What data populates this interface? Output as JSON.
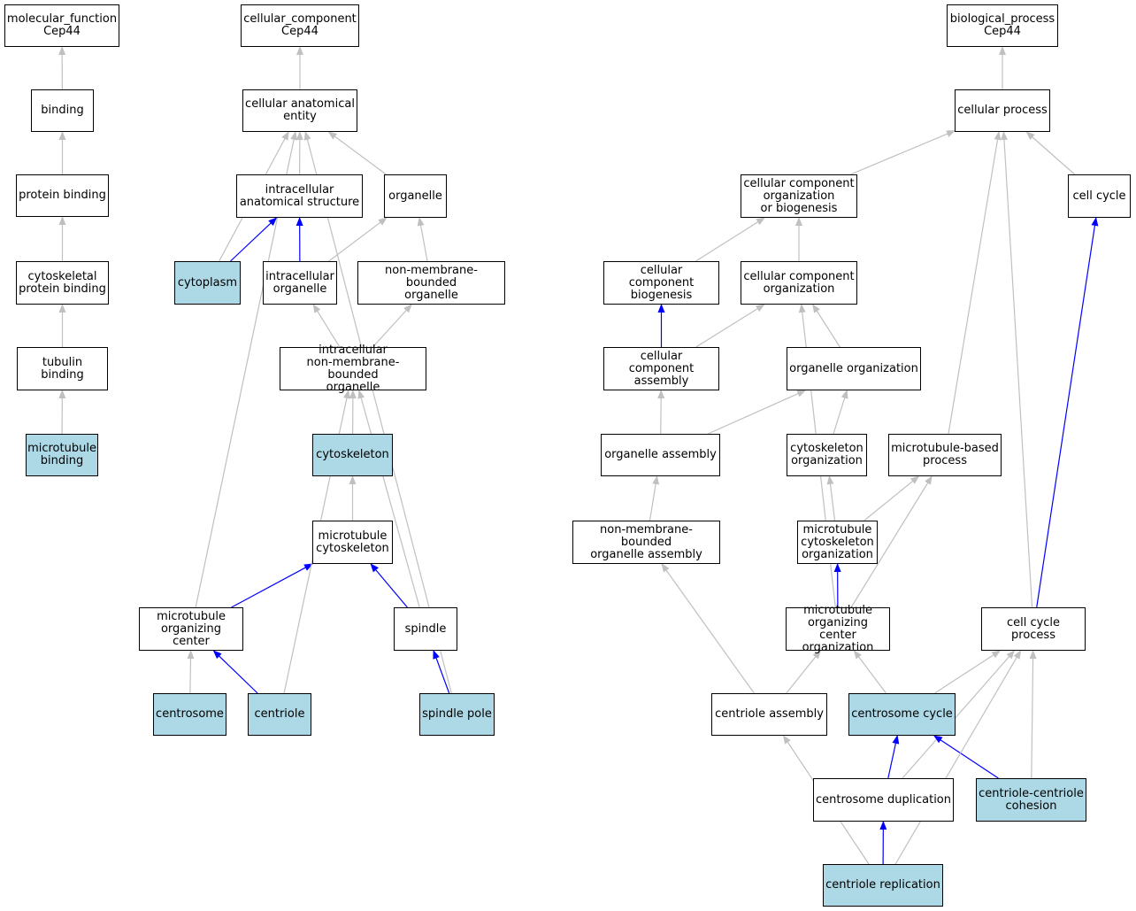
{
  "colors": {
    "highlight_fill": "#add8e6",
    "node_fill": "#ffffff",
    "is_a_edge": "#c0c0c0",
    "part_of_edge": "#0000ff"
  },
  "nodes": {
    "mf_root": {
      "label": "molecular_function\nCep44",
      "highlight": false
    },
    "binding": {
      "label": "binding",
      "highlight": false
    },
    "protein_binding": {
      "label": "protein binding",
      "highlight": false
    },
    "cytoskeletal_protein_binding": {
      "label": "cytoskeletal\nprotein binding",
      "highlight": false
    },
    "tubulin_binding": {
      "label": "tubulin binding",
      "highlight": false
    },
    "microtubule_binding": {
      "label": "microtubule\nbinding",
      "highlight": true
    },
    "cc_root": {
      "label": "cellular_component\nCep44",
      "highlight": false
    },
    "cellular_anatomical_entity": {
      "label": "cellular anatomical\nentity",
      "highlight": false
    },
    "intracellular_anatomical_structure": {
      "label": "intracellular\nanatomical structure",
      "highlight": false
    },
    "organelle": {
      "label": "organelle",
      "highlight": false
    },
    "cytoplasm": {
      "label": "cytoplasm",
      "highlight": true
    },
    "intracellular_organelle": {
      "label": "intracellular\norganelle",
      "highlight": false
    },
    "non_membrane_bounded_organelle": {
      "label": "non-membrane-bounded\norganelle",
      "highlight": false
    },
    "intracellular_nmb_organelle": {
      "label": "intracellular\nnon-membrane-bounded\norganelle",
      "highlight": false
    },
    "cytoskeleton": {
      "label": "cytoskeleton",
      "highlight": true
    },
    "microtubule_cytoskeleton": {
      "label": "microtubule\ncytoskeleton",
      "highlight": false
    },
    "microtubule_organizing_center": {
      "label": "microtubule\norganizing center",
      "highlight": false
    },
    "spindle": {
      "label": "spindle",
      "highlight": false
    },
    "centrosome": {
      "label": "centrosome",
      "highlight": true
    },
    "centriole": {
      "label": "centriole",
      "highlight": true
    },
    "spindle_pole": {
      "label": "spindle pole",
      "highlight": true
    },
    "bp_root": {
      "label": "biological_process\nCep44",
      "highlight": false
    },
    "cellular_process": {
      "label": "cellular process",
      "highlight": false
    },
    "ccob": {
      "label": "cellular component\norganization\nor biogenesis",
      "highlight": false
    },
    "cell_cycle": {
      "label": "cell cycle",
      "highlight": false
    },
    "cc_biogenesis": {
      "label": "cellular component\nbiogenesis",
      "highlight": false
    },
    "cc_organization": {
      "label": "cellular component\norganization",
      "highlight": false
    },
    "cc_assembly": {
      "label": "cellular component\nassembly",
      "highlight": false
    },
    "organelle_organization": {
      "label": "organelle organization",
      "highlight": false
    },
    "organelle_assembly": {
      "label": "organelle assembly",
      "highlight": false
    },
    "cytoskeleton_organization": {
      "label": "cytoskeleton\norganization",
      "highlight": false
    },
    "microtubule_based_process": {
      "label": "microtubule-based\nprocess",
      "highlight": false
    },
    "nmb_organelle_assembly": {
      "label": "non-membrane-bounded\norganelle assembly",
      "highlight": false
    },
    "mt_cytoskeleton_organization": {
      "label": "microtubule\ncytoskeleton\norganization",
      "highlight": false
    },
    "mtoc_organization": {
      "label": "microtubule\norganizing center\norganization",
      "highlight": false
    },
    "cell_cycle_process": {
      "label": "cell cycle process",
      "highlight": false
    },
    "centriole_assembly": {
      "label": "centriole assembly",
      "highlight": false
    },
    "centrosome_cycle": {
      "label": "centrosome cycle",
      "highlight": true
    },
    "centrosome_duplication": {
      "label": "centrosome duplication",
      "highlight": false
    },
    "centriole_centriole_cohesion": {
      "label": "centriole-centriole\ncohesion",
      "highlight": true
    },
    "centriole_replication": {
      "label": "centriole replication",
      "highlight": true
    }
  },
  "edges": [
    {
      "from": "binding",
      "to": "mf_root",
      "type": "is_a"
    },
    {
      "from": "protein_binding",
      "to": "binding",
      "type": "is_a"
    },
    {
      "from": "cytoskeletal_protein_binding",
      "to": "protein_binding",
      "type": "is_a"
    },
    {
      "from": "tubulin_binding",
      "to": "cytoskeletal_protein_binding",
      "type": "is_a"
    },
    {
      "from": "microtubule_binding",
      "to": "tubulin_binding",
      "type": "is_a"
    },
    {
      "from": "cellular_anatomical_entity",
      "to": "cc_root",
      "type": "is_a"
    },
    {
      "from": "intracellular_anatomical_structure",
      "to": "cellular_anatomical_entity",
      "type": "is_a"
    },
    {
      "from": "organelle",
      "to": "cellular_anatomical_entity",
      "type": "is_a"
    },
    {
      "from": "cytoplasm",
      "to": "cellular_anatomical_entity",
      "type": "is_a"
    },
    {
      "from": "cytoplasm",
      "to": "intracellular_anatomical_structure",
      "type": "part_of"
    },
    {
      "from": "intracellular_organelle",
      "to": "intracellular_anatomical_structure",
      "type": "part_of"
    },
    {
      "from": "intracellular_organelle",
      "to": "organelle",
      "type": "is_a"
    },
    {
      "from": "non_membrane_bounded_organelle",
      "to": "organelle",
      "type": "is_a"
    },
    {
      "from": "intracellular_nmb_organelle",
      "to": "intracellular_organelle",
      "type": "is_a"
    },
    {
      "from": "intracellular_nmb_organelle",
      "to": "non_membrane_bounded_organelle",
      "type": "is_a"
    },
    {
      "from": "cytoskeleton",
      "to": "intracellular_nmb_organelle",
      "type": "is_a"
    },
    {
      "from": "microtubule_cytoskeleton",
      "to": "cytoskeleton",
      "type": "is_a"
    },
    {
      "from": "microtubule_organizing_center",
      "to": "cellular_anatomical_entity",
      "type": "is_a"
    },
    {
      "from": "microtubule_organizing_center",
      "to": "microtubule_cytoskeleton",
      "type": "part_of"
    },
    {
      "from": "spindle",
      "to": "microtubule_cytoskeleton",
      "type": "part_of"
    },
    {
      "from": "spindle",
      "to": "intracellular_nmb_organelle",
      "type": "is_a"
    },
    {
      "from": "centrosome",
      "to": "microtubule_organizing_center",
      "type": "is_a"
    },
    {
      "from": "centriole",
      "to": "microtubule_organizing_center",
      "type": "part_of"
    },
    {
      "from": "centriole",
      "to": "intracellular_nmb_organelle",
      "type": "is_a"
    },
    {
      "from": "spindle_pole",
      "to": "spindle",
      "type": "part_of"
    },
    {
      "from": "spindle_pole",
      "to": "cellular_anatomical_entity",
      "type": "is_a"
    },
    {
      "from": "cellular_process",
      "to": "bp_root",
      "type": "is_a"
    },
    {
      "from": "ccob",
      "to": "cellular_process",
      "type": "is_a"
    },
    {
      "from": "cell_cycle",
      "to": "cellular_process",
      "type": "is_a"
    },
    {
      "from": "cc_biogenesis",
      "to": "ccob",
      "type": "is_a"
    },
    {
      "from": "cc_organization",
      "to": "ccob",
      "type": "is_a"
    },
    {
      "from": "cc_assembly",
      "to": "cc_biogenesis",
      "type": "part_of"
    },
    {
      "from": "cc_assembly",
      "to": "cc_organization",
      "type": "is_a"
    },
    {
      "from": "organelle_organization",
      "to": "cc_organization",
      "type": "is_a"
    },
    {
      "from": "organelle_assembly",
      "to": "cc_assembly",
      "type": "is_a"
    },
    {
      "from": "organelle_assembly",
      "to": "organelle_organization",
      "type": "is_a"
    },
    {
      "from": "cytoskeleton_organization",
      "to": "organelle_organization",
      "type": "is_a"
    },
    {
      "from": "microtubule_based_process",
      "to": "cellular_process",
      "type": "is_a"
    },
    {
      "from": "nmb_organelle_assembly",
      "to": "organelle_assembly",
      "type": "is_a"
    },
    {
      "from": "mt_cytoskeleton_organization",
      "to": "cytoskeleton_organization",
      "type": "is_a"
    },
    {
      "from": "mt_cytoskeleton_organization",
      "to": "microtubule_based_process",
      "type": "is_a"
    },
    {
      "from": "mtoc_organization",
      "to": "mt_cytoskeleton_organization",
      "type": "part_of"
    },
    {
      "from": "mtoc_organization",
      "to": "cc_organization",
      "type": "is_a"
    },
    {
      "from": "mtoc_organization",
      "to": "microtubule_based_process",
      "type": "is_a"
    },
    {
      "from": "cell_cycle_process",
      "to": "cellular_process",
      "type": "is_a"
    },
    {
      "from": "cell_cycle_process",
      "to": "cell_cycle",
      "type": "part_of"
    },
    {
      "from": "centriole_assembly",
      "to": "nmb_organelle_assembly",
      "type": "is_a"
    },
    {
      "from": "centriole_assembly",
      "to": "mtoc_organization",
      "type": "is_a"
    },
    {
      "from": "centrosome_cycle",
      "to": "mtoc_organization",
      "type": "is_a"
    },
    {
      "from": "centrosome_cycle",
      "to": "cell_cycle_process",
      "type": "is_a"
    },
    {
      "from": "centrosome_duplication",
      "to": "centrosome_cycle",
      "type": "part_of"
    },
    {
      "from": "centrosome_duplication",
      "to": "cell_cycle_process",
      "type": "is_a"
    },
    {
      "from": "centriole_centriole_cohesion",
      "to": "centrosome_cycle",
      "type": "part_of"
    },
    {
      "from": "centriole_centriole_cohesion",
      "to": "cell_cycle_process",
      "type": "is_a"
    },
    {
      "from": "centriole_replication",
      "to": "centrosome_duplication",
      "type": "part_of"
    },
    {
      "from": "centriole_replication",
      "to": "centriole_assembly",
      "type": "is_a"
    },
    {
      "from": "centriole_replication",
      "to": "cell_cycle_process",
      "type": "is_a"
    }
  ]
}
